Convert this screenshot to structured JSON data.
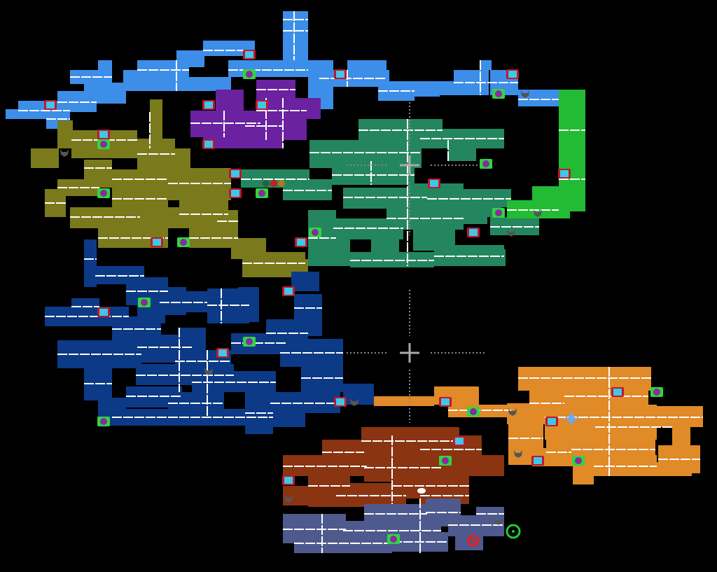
{
  "map": {
    "regions": [
      {
        "name": "light-blue",
        "color": "#3d8ee8"
      },
      {
        "name": "purple",
        "color": "#6a22a0"
      },
      {
        "name": "olive",
        "color": "#7a7a1c"
      },
      {
        "name": "teal",
        "color": "#24865f"
      },
      {
        "name": "lime",
        "color": "#22bb33"
      },
      {
        "name": "navy",
        "color": "#0c3a86"
      },
      {
        "name": "orange",
        "color": "#e08a28"
      },
      {
        "name": "rust",
        "color": "#8a3412"
      },
      {
        "name": "slate",
        "color": "#4e5a8e"
      }
    ],
    "wall_color": "#ffffff",
    "crosshair_color": "#888888",
    "icons": {
      "save": "save-point-icon",
      "teleport": "teleport-orb-icon",
      "boss": "demon-skull-icon",
      "npc": "speech-bubble-icon",
      "player": "player-marker-icon",
      "warp": "warp-ring-icon"
    }
  }
}
